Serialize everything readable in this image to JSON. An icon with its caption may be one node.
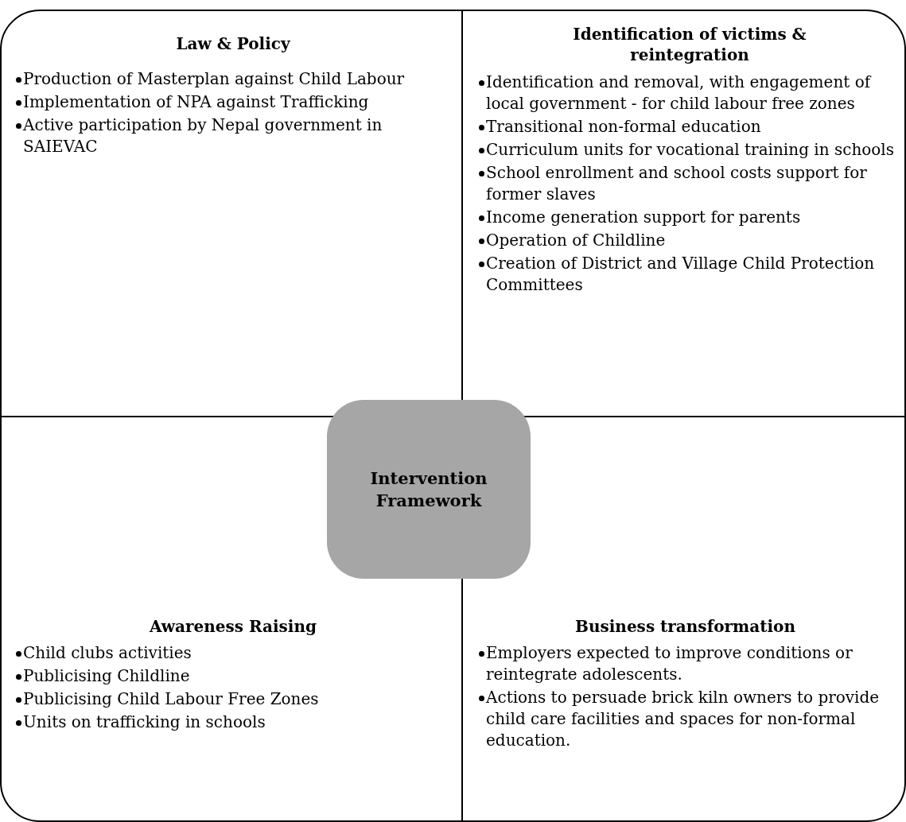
{
  "diagram": {
    "nodes": [
      {
        "text": [
          "Law & Policy",
          "Production of Masterplan against Child Labour",
          "Implementation of NPA against Trafficking",
          "Active participation by Nepal government in SAIEVAC"
        ]
      },
      {
        "text": [
          "Identification of victims & reintegration",
          "Identification and removal, with engagement of local government - for child labour free zones",
          "Transitional non-formal education",
          "Curriculum units for vocational training in schools",
          "School enrollment and school costs support for former slaves",
          "Income generation support for parents",
          "Operation of Childline",
          "Creation of District and Village Child Protection Committees"
        ]
      },
      {
        "text": [
          "Awareness Raising",
          "Child clubs activities",
          "Publicising Childline",
          "Publicising Child Labour Free Zones",
          "Units on trafficking in schools"
        ]
      },
      {
        "text": [
          "Business transformation",
          "Employers expected to improve conditions or reintegrate adolescents.",
          "Actions to persuade brick kiln owners to provide child care facilities and spaces for non-formal education."
        ]
      },
      {
        "text": [
          "Intervention Framework"
        ]
      }
    ],
    "edges": []
  }
}
